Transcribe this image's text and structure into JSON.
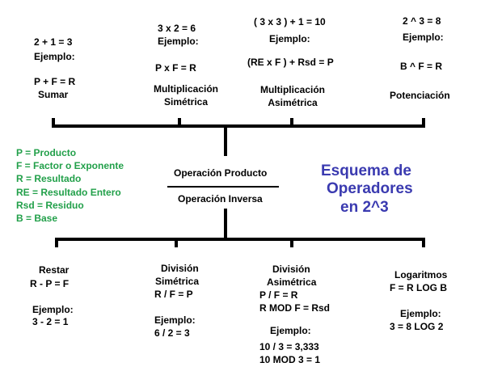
{
  "top_blocks": [
    {
      "line1": "2 + 1 = 3",
      "line2": "Ejemplo:",
      "formula": "P + F = R",
      "name": "Sumar"
    },
    {
      "line1": "3 x 2 = 6",
      "line2": "Ejemplo:",
      "formula": "P x F = R",
      "name1": "Multiplicación",
      "name2": "Simétrica"
    },
    {
      "line1": "( 3 x 3 ) + 1 = 10",
      "line2": "Ejemplo:",
      "formula": "(RE x F ) + Rsd =  P",
      "name1": "Multiplicación",
      "name2": "Asimétrica"
    },
    {
      "line1": "2 ^ 3 = 8",
      "line2": "Ejemplo:",
      "formula": "B ^ F = R",
      "name": "Potenciación"
    }
  ],
  "legend": [
    "P = Producto",
    "F = Factor o Exponente",
    "R = Resultado",
    "RE = Resultado Entero",
    "Rsd = Residuo",
    "B = Base"
  ],
  "center": {
    "top": "Operación Producto",
    "bottom": "Operación Inversa"
  },
  "title": {
    "line1": "Esquema de",
    "line2": "Operadores",
    "line3": "en  2^3",
    "color": "#3a3ab0"
  },
  "bottom_blocks": [
    {
      "name": "Restar",
      "formula": "R - P = F",
      "example_label": "Ejemplo:",
      "example": "3 - 2 = 1"
    },
    {
      "name1": "División",
      "name2": "Simétrica",
      "formula": "R / F = P",
      "example_label": "Ejemplo:",
      "example": "6 / 2 = 3"
    },
    {
      "name1": "División",
      "name2": "Asimétrica",
      "formula1": "P / F = R",
      "formula2": "R MOD F = Rsd",
      "example_label": "Ejemplo:",
      "example1": "10 / 3 = 3,333",
      "example2": "10 MOD 3 = 1"
    },
    {
      "name": "Logaritmos",
      "formula": "F = R LOG B",
      "example_label": "Ejemplo:",
      "example": "3 = 8 LOG 2"
    }
  ],
  "colors": {
    "legend": "#22a04a",
    "title": "#3a3ab0",
    "lines": "#000000"
  }
}
